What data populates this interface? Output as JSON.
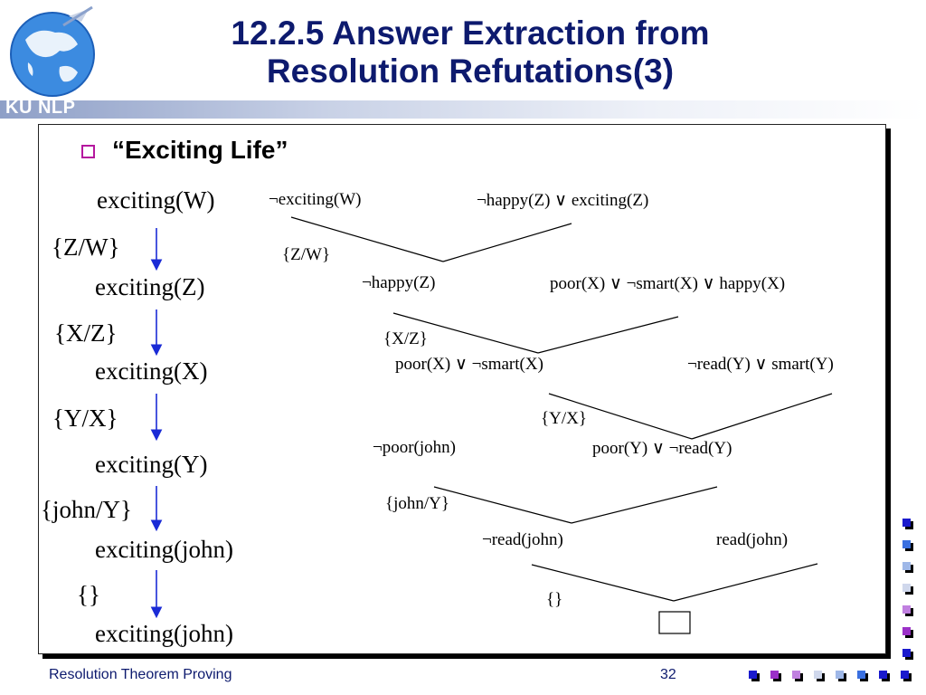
{
  "header": {
    "logo_text": "KU NLP",
    "title_line1": "12.2.5 Answer Extraction from",
    "title_line2": "Resolution Refutations(3)"
  },
  "content": {
    "heading": "“Exciting Life”",
    "left_column": {
      "predicates": [
        "exciting(W)",
        "exciting(Z)",
        "exciting(X)",
        "exciting(Y)",
        "exciting(john)",
        "exciting(john)"
      ],
      "substitutions": [
        "{Z/W}",
        "{X/Z}",
        "{Y/X}",
        "{john/Y}",
        "{}"
      ]
    },
    "tree": {
      "clauses": [
        "¬exciting(W)",
        "¬happy(Z) ∨ exciting(Z)",
        "¬happy(Z)",
        "poor(X) ∨  ¬smart(X) ∨ happy(X)",
        "poor(X) ∨  ¬smart(X)",
        "¬read(Y) ∨ smart(Y)",
        "¬poor(john)",
        "poor(Y) ∨ ¬read(Y)",
        "¬read(john)",
        "read(john)"
      ],
      "substitutions": [
        "{Z/W}",
        "{X/Z}",
        "{Y/X}",
        "{john/Y}",
        "{}"
      ]
    }
  },
  "footer": {
    "title": "Resolution Theorem Proving",
    "page": "32"
  },
  "colors": {
    "title": "#0d1a6e",
    "arrow": "#1a2bd6",
    "bullet": "#b5179e",
    "footer_squares": [
      "#1a1acd",
      "#9b30c8",
      "#c080e0",
      "#d0d8ec",
      "#9fb8e8",
      "#3a70e0",
      "#1a1acd"
    ]
  }
}
